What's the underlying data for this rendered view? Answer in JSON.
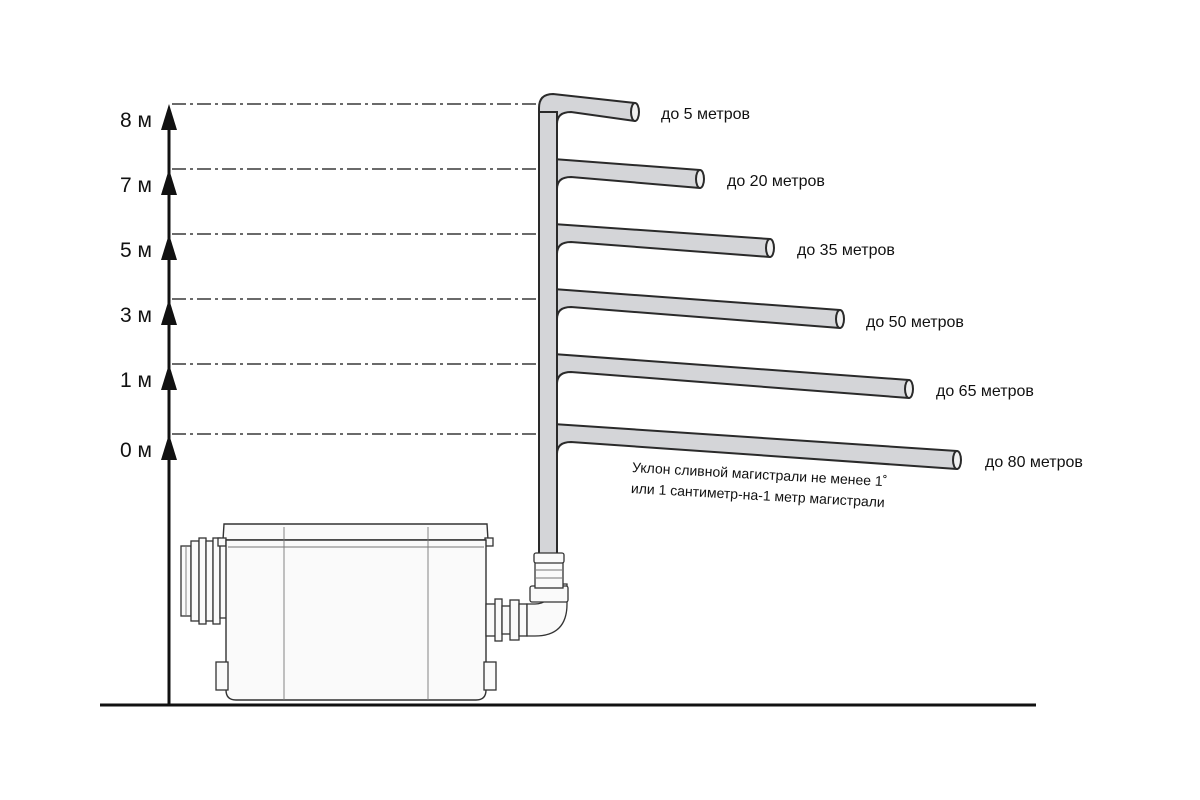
{
  "diagram": {
    "levels": [
      {
        "height_label": "8 м",
        "length_label": "до 5 метров"
      },
      {
        "height_label": "7 м",
        "length_label": "до 20 метров"
      },
      {
        "height_label": "5 м",
        "length_label": "до 35 метров"
      },
      {
        "height_label": "3 м",
        "length_label": "до 50 метров"
      },
      {
        "height_label": "1 м",
        "length_label": "до 65 метров"
      },
      {
        "height_label": "0 м",
        "length_label": "до 80 метров"
      }
    ],
    "slope_note": {
      "line1": "Уклон сливной магистрали не менее 1˚",
      "line2": "или 1 сантиметр-на-1 метр магистрали"
    },
    "colors": {
      "pipe_fill": "#d4d5d8",
      "line": "#111111",
      "background": "#ffffff"
    }
  }
}
